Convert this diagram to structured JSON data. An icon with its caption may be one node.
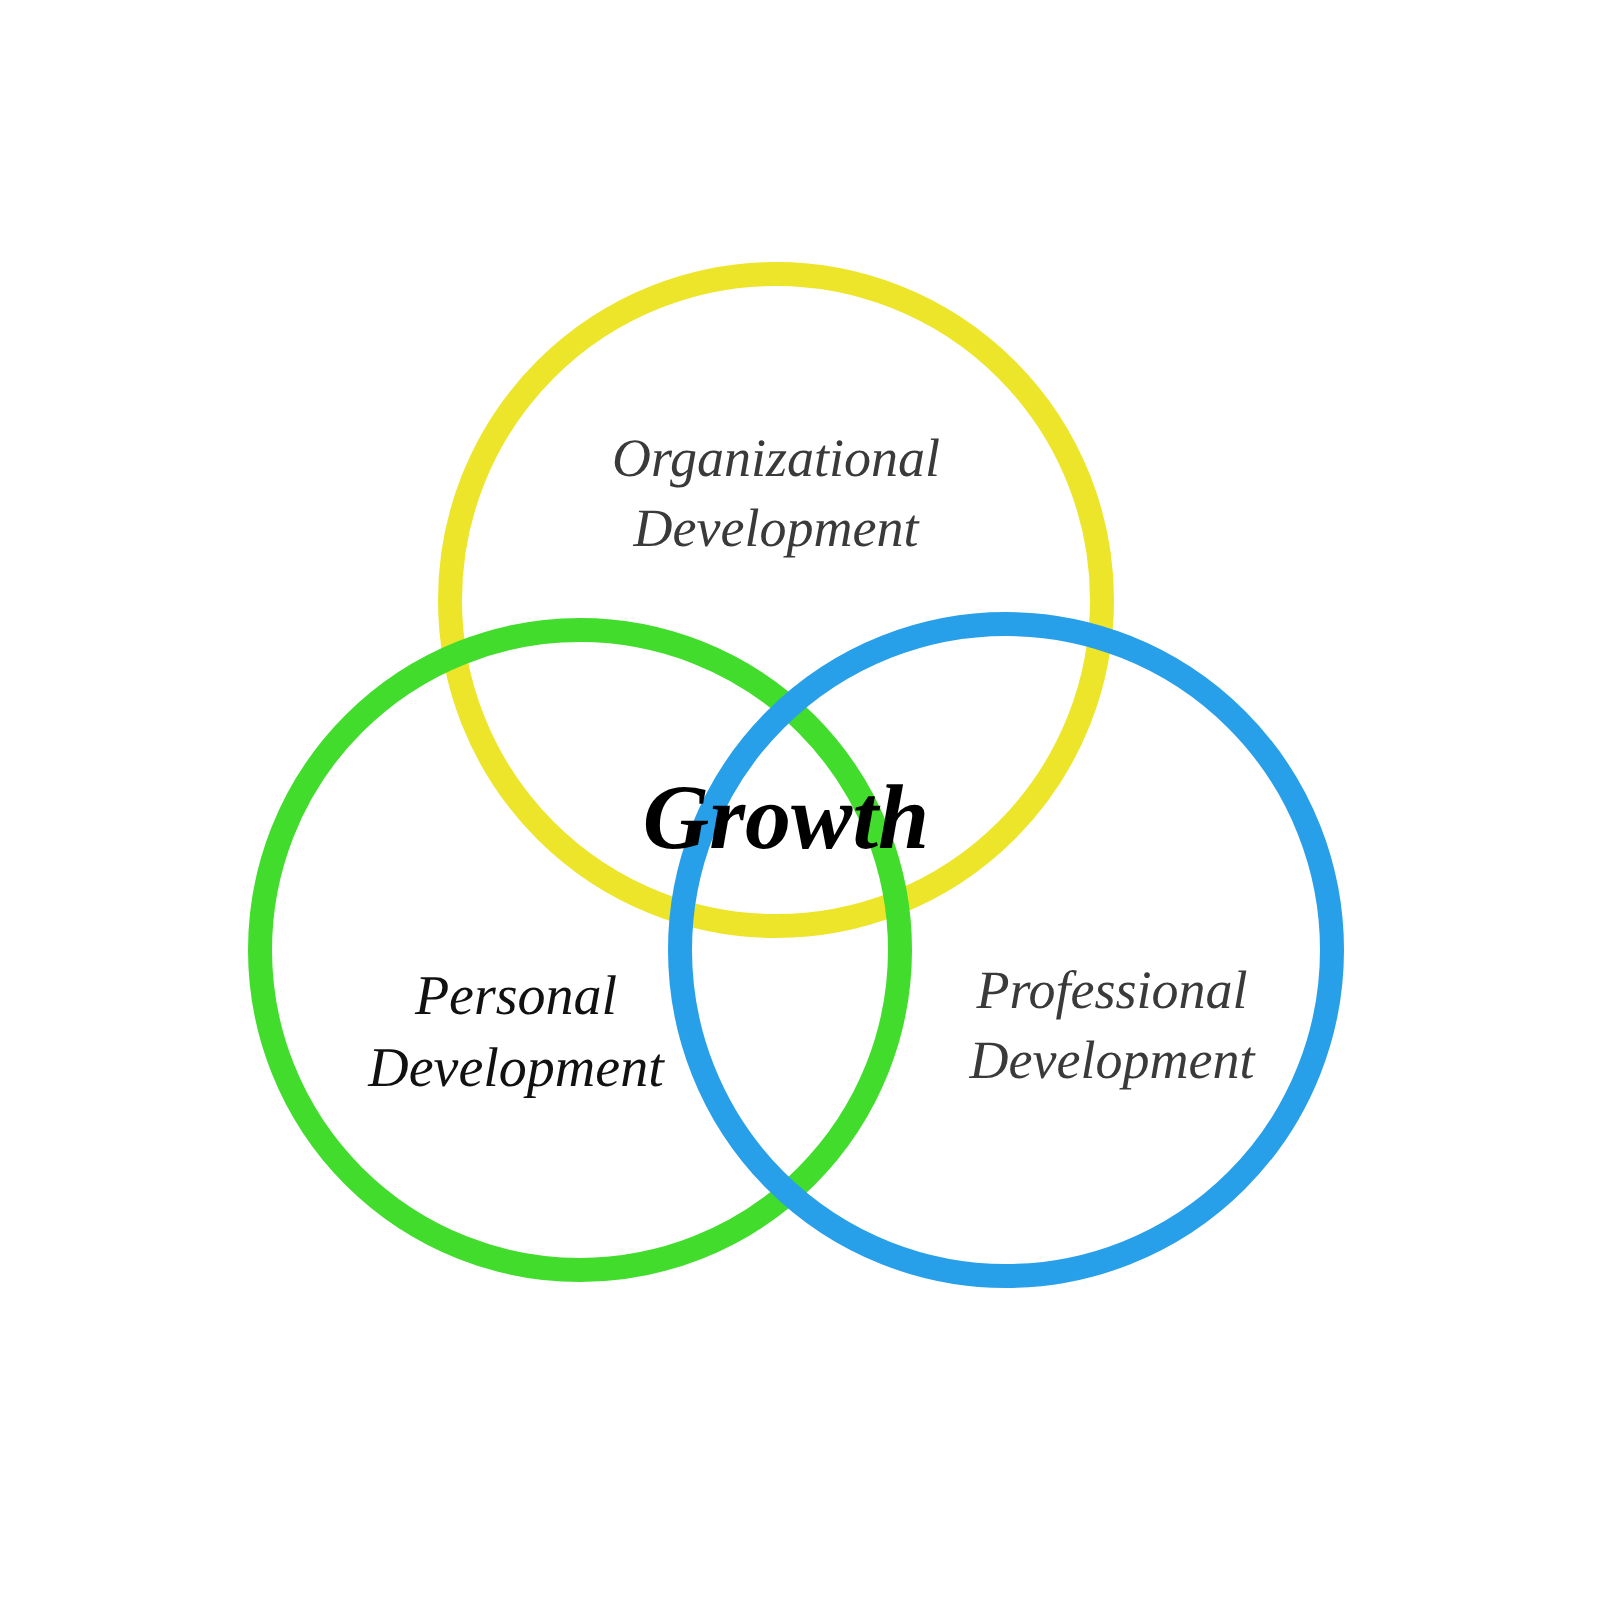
{
  "diagram": {
    "nodes": [
      {
        "text": [
          "Organizational Development"
        ]
      },
      {
        "text": [
          "Personal Development"
        ]
      },
      {
        "text": [
          "Professional Development"
        ]
      }
    ],
    "labels": [
      "Growth"
    ]
  }
}
